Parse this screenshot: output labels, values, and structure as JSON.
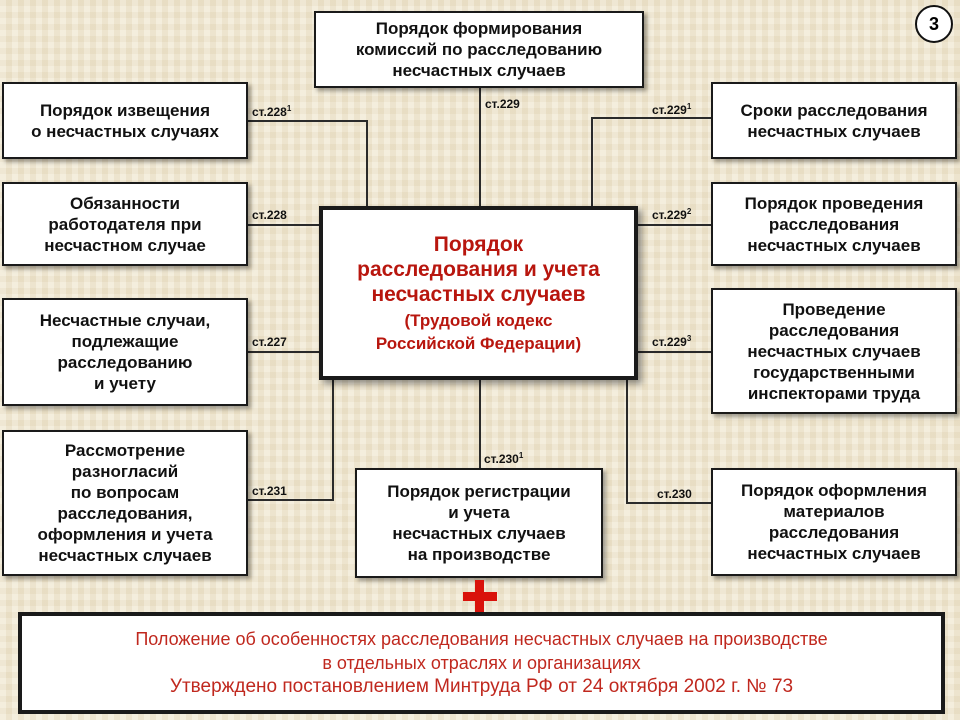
{
  "slide_number": "3",
  "center": {
    "title": "Порядок\nрасследования и учета\nнесчастных случаев",
    "subtitle": "(Трудовой кодекс\nРоссийской Федерации)"
  },
  "boxes": {
    "top": "Порядок формирования\nкомиссий по расследованию\nнесчастных случаев",
    "left1": "Порядок извещения\nо несчастных случаях",
    "left2": "Обязанности\nработодателя при\nнесчастном случае",
    "left3": "Несчастные случаи,\nподлежащие\nрасследованию\nи учету",
    "left4": "Рассмотрение\nразногласий\nпо вопросам\nрасследования,\nоформления и учета\nнесчастных случаев",
    "bottom_center": "Порядок регистрации\nи учета\nнесчастных случаев\nна производстве",
    "right1": "Сроки расследования\nнесчастных случаев",
    "right2": "Порядок проведения\nрасследования\nнесчастных случаев",
    "right3": "Проведение\nрасследования\nнесчастных случаев\nгосударственными\nинспекторами труда",
    "right4": "Порядок оформления\nматериалов\nрасследования\nнесчастных случаев"
  },
  "refs": {
    "top": {
      "base": "ст.229",
      "sup": ""
    },
    "left1": {
      "base": "ст.228",
      "sup": "1"
    },
    "left2": {
      "base": "ст.228",
      "sup": ""
    },
    "left3": {
      "base": "ст.227",
      "sup": ""
    },
    "left4": {
      "base": "ст.231",
      "sup": ""
    },
    "bottom_center": {
      "base": "ст.230",
      "sup": "1"
    },
    "right1": {
      "base": "ст.229",
      "sup": "1"
    },
    "right2": {
      "base": "ст.229",
      "sup": "2"
    },
    "right3": {
      "base": "ст.229",
      "sup": "3"
    },
    "right4": {
      "base": "ст.230",
      "sup": ""
    }
  },
  "footer": {
    "line1": "Положение об особенностях расследования несчастных случаев на производстве",
    "line2": "в отдельных отраслях и организациях",
    "line3": "Утверждено постановлением Минтруда РФ от 24 октября 2002 г. № 73"
  },
  "colors": {
    "accent_red": "#b8160e",
    "border": "#1a1a1a",
    "background": "#efe6cf"
  }
}
